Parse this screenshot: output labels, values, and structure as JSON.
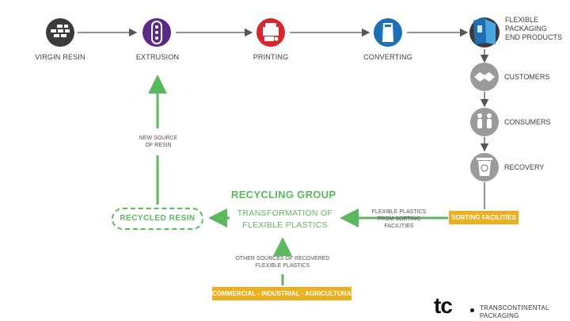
{
  "process": {
    "virgin_resin": "VIRGIN RESIN",
    "extrusion": "EXTRUSION",
    "printing": "PRINTING",
    "converting": "CONVERTING",
    "end_products_lines": [
      "FLEXIBLE",
      "PACKAGING",
      "END PRODUCTS"
    ]
  },
  "consumer_chain": {
    "customers": "CUSTOMERS",
    "consumers": "CONSUMERS",
    "recovery": "RECOVERY",
    "sorting_facilities": "SORTING FACILITIES"
  },
  "recycling": {
    "title": "RECYCLING GROUP",
    "subtitle_lines": [
      "TRANSFORMATION OF",
      "FLEXIBLE PLASTICS"
    ],
    "recycled_resin": "RECYCLED RESIN",
    "new_source_lines": [
      "NEW SOURCE",
      "OF RESIN"
    ],
    "from_sorting_lines": [
      "FLEXIBLE PLASTICS",
      "FROM SORTING",
      "FACILITIES"
    ],
    "other_sources_lines": [
      "OTHER SOURCES OF RECOVERED",
      "FLEXIBLE PLASTICS"
    ],
    "sectors": "COMMERCIAL - INDUSTRIAL - AGRICULTURAL"
  },
  "brand": {
    "logo": "tc",
    "name_lines": [
      "TRANSCONTINENTAL",
      "PACKAGING"
    ]
  },
  "colors": {
    "arrow_gray": "#555555",
    "green": "#5cb85c",
    "yellow": "#eab01f",
    "icon_dark": "#3b3b3b",
    "icon_purple": "#5b2a86",
    "icon_red": "#d9262c",
    "icon_blue": "#1f6fb6",
    "icon_gray": "#9a9a9a"
  }
}
